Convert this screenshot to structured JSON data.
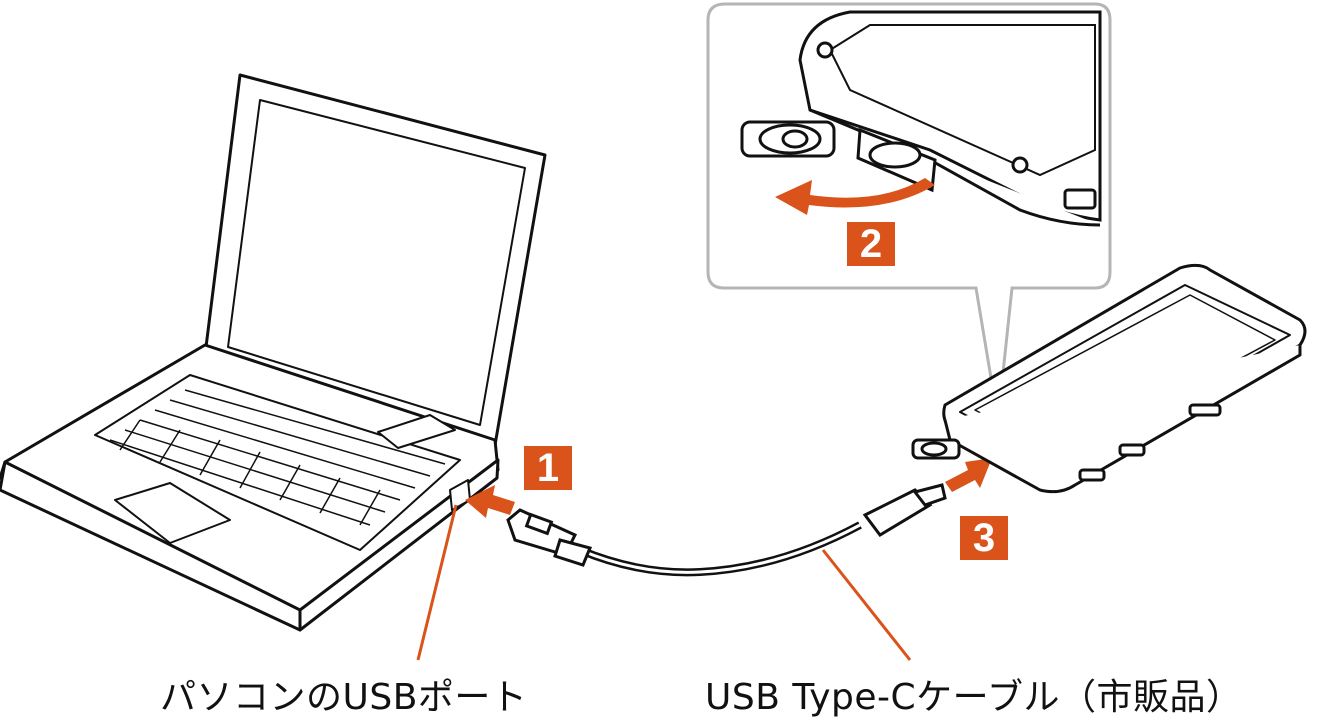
{
  "labels": {
    "pc_port": "パソコンのUSBポート",
    "cable": "USB Type-Cケーブル（市販品）"
  },
  "steps": [
    "1",
    "2",
    "3"
  ],
  "colors": {
    "accent": "#d9531a",
    "callout_border": "#b5b5b5"
  }
}
